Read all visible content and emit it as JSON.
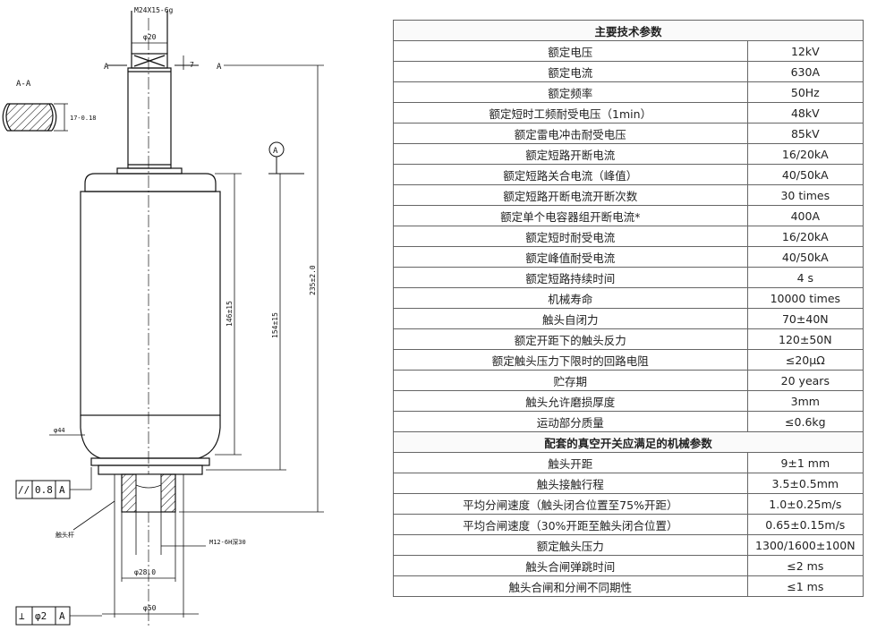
{
  "drawing": {
    "thread_top": "M24X15-6g",
    "diam_top": "φ20",
    "section_label": "A-A",
    "section_a_left": "A",
    "section_a_right": "A",
    "flat_dim": "17-0.18",
    "small_dim": "7",
    "datum_label": "A",
    "dim_146": "146±15",
    "dim_154": "154±15",
    "dim_235": "235±2.0",
    "weld_label": "φ44",
    "contact_label": "触头杆",
    "thread_bottom": "M12-6H深30",
    "diam_28": "φ28.0",
    "diam_50": "φ50",
    "tol1": {
      "symbol": "//",
      "value": "0.8",
      "datum": "A"
    },
    "tol2": {
      "symbol": "⊥",
      "value": "φ2",
      "datum": "A"
    }
  },
  "table": {
    "section1": "主要技术参数",
    "rows1": [
      {
        "name": "额定电压",
        "value": "12kV"
      },
      {
        "name": "额定电流",
        "value": "630A"
      },
      {
        "name": "额定频率",
        "value": "50Hz"
      },
      {
        "name": "额定短时工频耐受电压（1min）",
        "value": "48kV"
      },
      {
        "name": "额定雷电冲击耐受电压",
        "value": "85kV"
      },
      {
        "name": "额定短路开断电流",
        "value": "16/20kA"
      },
      {
        "name": "额定短路关合电流（峰值）",
        "value": "40/50kA"
      },
      {
        "name": "额定短路开断电流开断次数",
        "value": "30 times"
      },
      {
        "name": "额定单个电容器组开断电流*",
        "value": "400A"
      },
      {
        "name": "额定短时耐受电流",
        "value": "16/20kA"
      },
      {
        "name": "额定峰值耐受电流",
        "value": "40/50kA"
      },
      {
        "name": "额定短路持续时间",
        "value": "4 s"
      },
      {
        "name": "机械寿命",
        "value": "10000 times"
      },
      {
        "name": "触头自闭力",
        "value": "70±40N"
      },
      {
        "name": "额定开距下的触头反力",
        "value": "120±50N"
      },
      {
        "name": "额定触头压力下限时的回路电阻",
        "value": "≤20μΩ"
      },
      {
        "name": "贮存期",
        "value": "20 years"
      },
      {
        "name": "触头允许磨损厚度",
        "value": "3mm"
      },
      {
        "name": "运动部分质量",
        "value": "≤0.6kg"
      }
    ],
    "section2": "配套的真空开关应满足的机械参数",
    "rows2": [
      {
        "name": "触头开距",
        "value": "9±1 mm"
      },
      {
        "name": "触头接触行程",
        "value": "3.5±0.5mm"
      },
      {
        "name": "平均分闸速度（触头闭合位置至75%开距）",
        "value": "1.0±0.25m/s"
      },
      {
        "name": "平均合闸速度（30%开距至触头闭合位置）",
        "value": "0.65±0.15m/s"
      },
      {
        "name": "额定触头压力",
        "value": "1300/1600±100N"
      },
      {
        "name": "触头合闸弹跳时间",
        "value": "≤2 ms"
      },
      {
        "name": "触头合闸和分闸不同期性",
        "value": "≤1 ms"
      }
    ]
  }
}
